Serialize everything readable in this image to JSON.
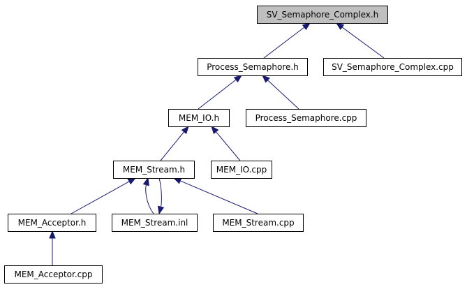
{
  "colors": {
    "root_fill": "#bfbfbf",
    "node_fill": "#ffffff",
    "edge": "#191970"
  },
  "nodes": [
    {
      "id": "sv_semaphore_complex_h",
      "label": "SV_Semaphore_Complex.h",
      "root": true
    },
    {
      "id": "process_semaphore_h",
      "label": "Process_Semaphore.h"
    },
    {
      "id": "sv_semaphore_complex_cpp",
      "label": "SV_Semaphore_Complex.cpp"
    },
    {
      "id": "mem_io_h",
      "label": "MEM_IO.h"
    },
    {
      "id": "process_semaphore_cpp",
      "label": "Process_Semaphore.cpp"
    },
    {
      "id": "mem_stream_h",
      "label": "MEM_Stream.h"
    },
    {
      "id": "mem_io_cpp",
      "label": "MEM_IO.cpp"
    },
    {
      "id": "mem_acceptor_h",
      "label": "MEM_Acceptor.h"
    },
    {
      "id": "mem_stream_inl",
      "label": "MEM_Stream.inl"
    },
    {
      "id": "mem_stream_cpp",
      "label": "MEM_Stream.cpp"
    },
    {
      "id": "mem_acceptor_cpp",
      "label": "MEM_Acceptor.cpp"
    }
  ],
  "edges": [
    {
      "from": "process_semaphore_h",
      "to": "sv_semaphore_complex_h"
    },
    {
      "from": "sv_semaphore_complex_cpp",
      "to": "sv_semaphore_complex_h"
    },
    {
      "from": "mem_io_h",
      "to": "process_semaphore_h"
    },
    {
      "from": "process_semaphore_cpp",
      "to": "process_semaphore_h"
    },
    {
      "from": "mem_stream_h",
      "to": "mem_io_h"
    },
    {
      "from": "mem_io_cpp",
      "to": "mem_io_h"
    },
    {
      "from": "mem_acceptor_h",
      "to": "mem_stream_h"
    },
    {
      "from": "mem_stream_inl",
      "to": "mem_stream_h"
    },
    {
      "from": "mem_stream_h",
      "to": "mem_stream_inl"
    },
    {
      "from": "mem_stream_cpp",
      "to": "mem_stream_h"
    },
    {
      "from": "mem_acceptor_cpp",
      "to": "mem_acceptor_h"
    }
  ]
}
